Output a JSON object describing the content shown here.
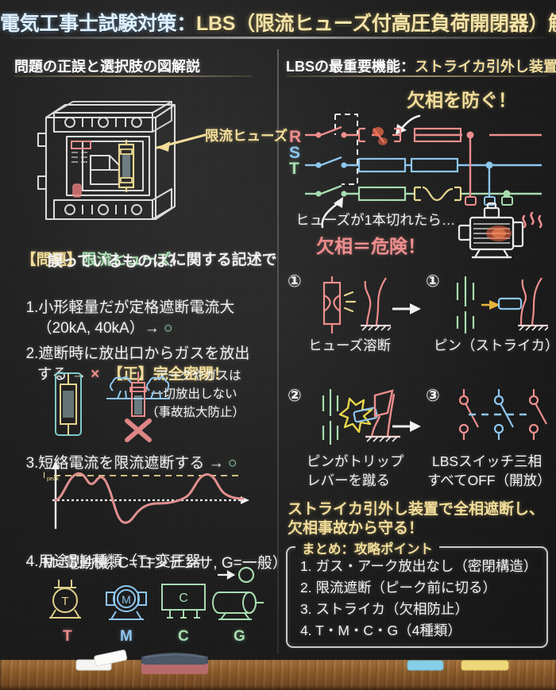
{
  "header": {
    "title_part1": "電気工事士試験対策：",
    "title_part2": "LBS（限流ヒューズ付高圧負荷開閉器）解説"
  },
  "left_panel": {
    "heading": "問題の正誤と選択肢の図解説",
    "device_label": "限流ヒューズ",
    "question_tag": "【問題】",
    "question_highlight": "限流ヒューズ",
    "question_rest": "に関する記述で",
    "question_line2": "誤っているものは？",
    "choices": [
      {
        "num": "1.",
        "line1": "小形軽量だが定格遮断電流大",
        "line2": "（20kA, 40kA）→ ",
        "mark": "○",
        "mark_color": "#a8dcb0"
      },
      {
        "num": "2.",
        "line1": "遮断時に放出口からガスを放出",
        "line2": "する → ",
        "mark": "×",
        "mark_color": "#ef8e8e",
        "correction_tag": "【正】",
        "correction": "完全密閉！",
        "note1": "アークやガスは",
        "note2": "一切放出しない",
        "note3": "（事故拡大防止）"
      },
      {
        "num": "3.",
        "line1": "短絡電流を限流遮断する → ",
        "mark": "○",
        "mark_color": "#a8dcb0",
        "graph_axis_label": "I",
        "graph_axis_sub": "peak"
      },
      {
        "num": "4.",
        "line1": "用途別4種類（T=変圧器,",
        "line2": "M=電動機, C=コンデンサ, G=一般）",
        "icons": [
          {
            "symbol": "T",
            "caption": "T",
            "color": "#e0cf8a",
            "caption_color": "#ef8e8e"
          },
          {
            "symbol": "M",
            "caption": "M",
            "color": "#8ec6ee",
            "caption_color": "#8ec6ee"
          },
          {
            "symbol": "C",
            "caption": "C",
            "color": "#a8dcb0",
            "caption_color": "#a8dcb0"
          },
          {
            "symbol": "G",
            "caption": "G",
            "color": "#a8dcb0",
            "caption_color": "#a8dcb0"
          }
        ]
      }
    ]
  },
  "right_panel": {
    "heading_part1": "LBSの最重要機能：",
    "heading_part2": "ストライカ引外し装置",
    "callout_top": "欠相を防ぐ！",
    "phase_labels": [
      "R",
      "S",
      "T"
    ],
    "caption_fuse_break": "ヒューズが1本切れたら…",
    "danger_text": "欠相＝危険！",
    "steps": [
      {
        "num": "①",
        "caption": "ヒューズ溶断"
      },
      {
        "num": "①",
        "caption": "ピン（ストライカ）飛び出す"
      },
      {
        "num": "②",
        "caption_line1": "ピンがトリップ",
        "caption_line2": "レバーを蹴る"
      },
      {
        "num": "③",
        "caption_line1": "LBSスイッチ三相",
        "caption_line2": "すべてOFF（開放）"
      }
    ],
    "conclusion_line1": "ストライカ引外し装置で全相遮断し、",
    "conclusion_line2": "欠相事故から守る！",
    "summary_title": "まとめ：攻略ポイント",
    "summary_items": [
      "1. ガス・アーク放出なし（密閉構造）",
      "2. 限流遮断（ピーク前に切る）",
      "3. ストライカ（欠相防止）",
      "4. T・M・C・G（4種類）"
    ]
  },
  "colors": {
    "board": "#1d1d1d",
    "chalk_white": "#f2f2f2",
    "chalk_yellow": "#f2dd9a",
    "chalk_green": "#a8dcb0",
    "chalk_red": "#ef8e8e",
    "chalk_blue": "#8ec6ee",
    "wood_tray": "#8e5c2c"
  },
  "tray": {
    "chalk_pieces": [
      "white",
      "white",
      "blue",
      "yellow"
    ],
    "eraser": "eraser"
  }
}
